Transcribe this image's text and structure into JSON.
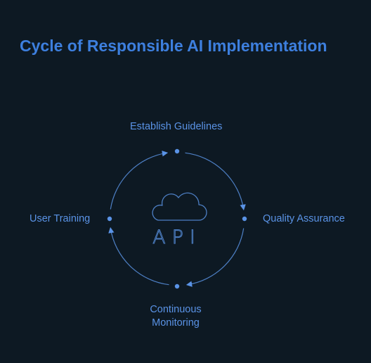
{
  "title": "Cycle of Responsible AI Implementation",
  "steps": [
    {
      "label": "Establish Guidelines",
      "position": "top"
    },
    {
      "label": "Quality Assurance",
      "position": "right"
    },
    {
      "label": "Continuous Monitoring",
      "position": "bottom"
    },
    {
      "label": "User Training",
      "position": "left"
    }
  ],
  "center": {
    "icon": "cloud-icon",
    "text": "API"
  },
  "colors": {
    "background": "#0d1923",
    "accent": "#3d7fde",
    "label": "#5a93e6",
    "line": "#4d7fc4"
  }
}
